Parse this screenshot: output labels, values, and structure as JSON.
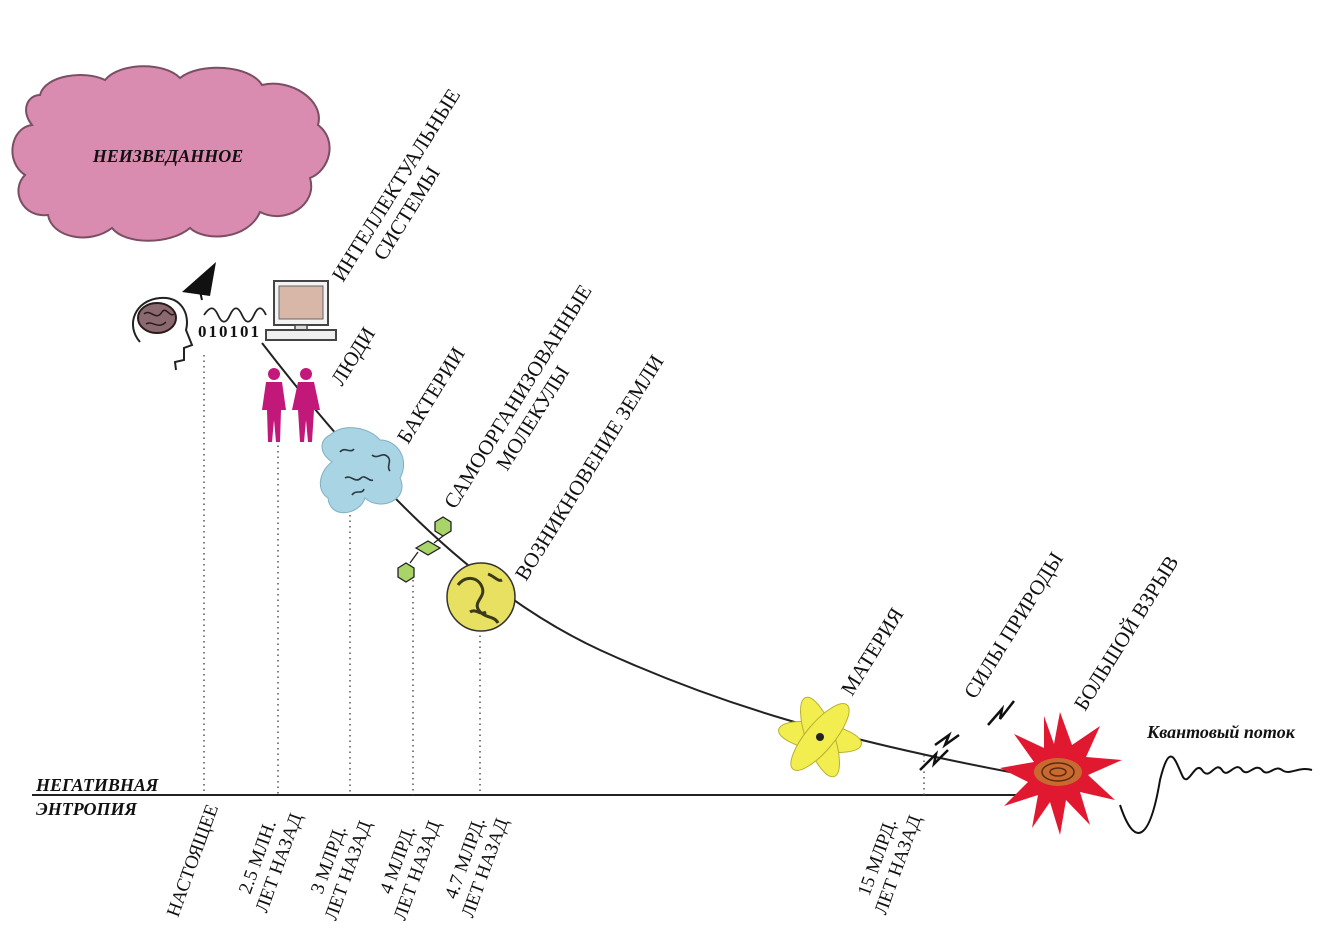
{
  "cloud": {
    "label": "НЕИЗВЕДАННОЕ",
    "color": "#d98bb0"
  },
  "binary": {
    "text": "010101"
  },
  "axis": {
    "label_line1": "НЕГАТИВНАЯ",
    "label_line2": "ЭНТРОПИЯ"
  },
  "stages": {
    "intellectual_line1": "ИНТЕЛЛЕКТУАЛЬНЫЕ",
    "intellectual_line2": "СИСТЕМЫ",
    "people": "ЛЮДИ",
    "bacteria": "БАКТЕРИИ",
    "molecules_line1": "САМООРГАНИЗОВАННЫЕ",
    "molecules_line2": "МОЛЕКУЛЫ",
    "earth": "ВОЗНИКНОВЕНИЕ ЗЕМЛИ",
    "matter": "МАТЕРИЯ",
    "forces": "СИЛЫ ПРИРОДЫ",
    "big_bang": "БОЛЬШОЙ ВЗРЫВ",
    "quantum": "Квантовый поток"
  },
  "times": {
    "present": "НАСТОЯЩЕЕ",
    "t1_line1": "2.5 МЛН.",
    "t1_line2": "ЛЕТ НАЗАД",
    "t2_line1": "3 МЛРД.",
    "t2_line2": "ЛЕТ НАЗАД",
    "t3_line1": "4 МЛРД.",
    "t3_line2": "ЛЕТ НАЗАД",
    "t4_line1": "4.7 МЛРД.",
    "t4_line2": "ЛЕТ НАЗАД",
    "t5_line1": "15 МЛРД.",
    "t5_line2": "ЛЕТ НАЗАД"
  },
  "colors": {
    "people": "#c2187a",
    "bacteria": "#a9d4e3",
    "molecules": "#a8d468",
    "earth": "#e8e060",
    "matter": "#f2ee50",
    "big_bang": "#e01830"
  }
}
